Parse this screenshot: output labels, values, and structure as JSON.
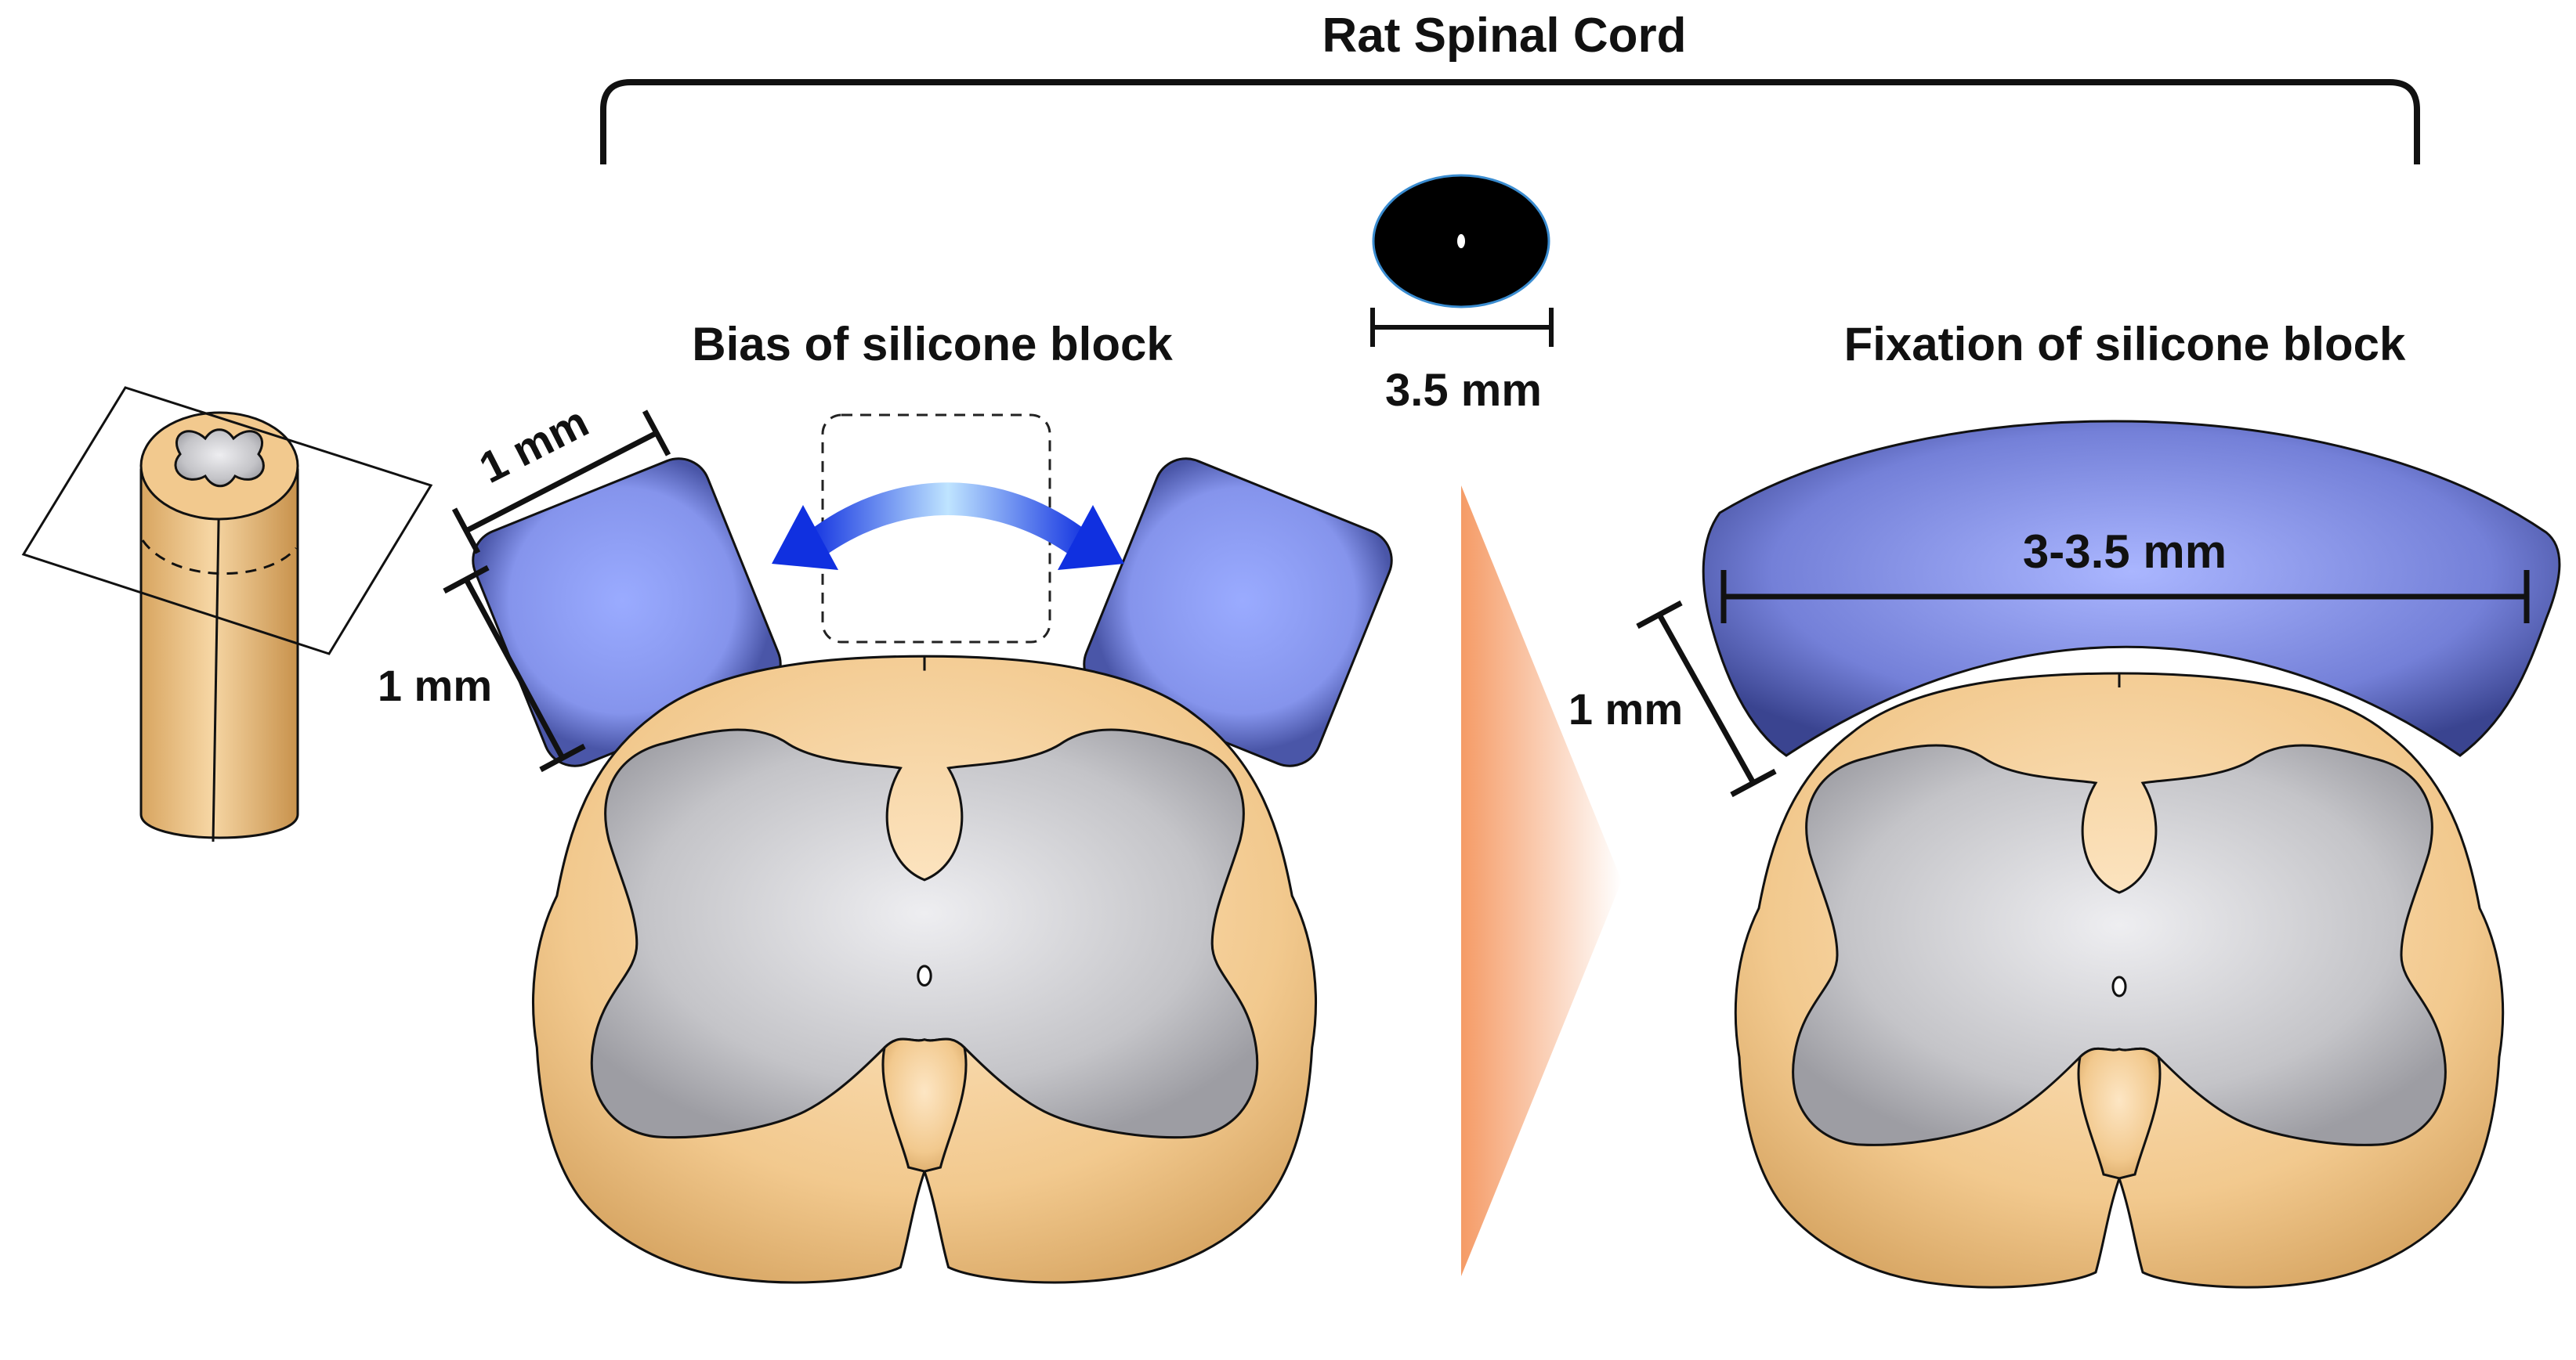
{
  "title": "Rat Spinal Cord",
  "left_panel": {
    "heading": "Bias of silicone block",
    "block_width_label": "1 mm",
    "block_height_label": "1 mm"
  },
  "center": {
    "cross_section_diameter_label": "3.5 mm"
  },
  "right_panel": {
    "heading": "Fixation of silicone block",
    "block_width_label": "3-3.5 mm",
    "block_height_label": "1 mm"
  },
  "colors": {
    "white_matter": "#f2c98e",
    "gray_matter": "#c4c4c8",
    "silicone_block": "#8a99ee",
    "arrow": "#1e5cf0",
    "transition_triangle": "#f7a36f"
  }
}
